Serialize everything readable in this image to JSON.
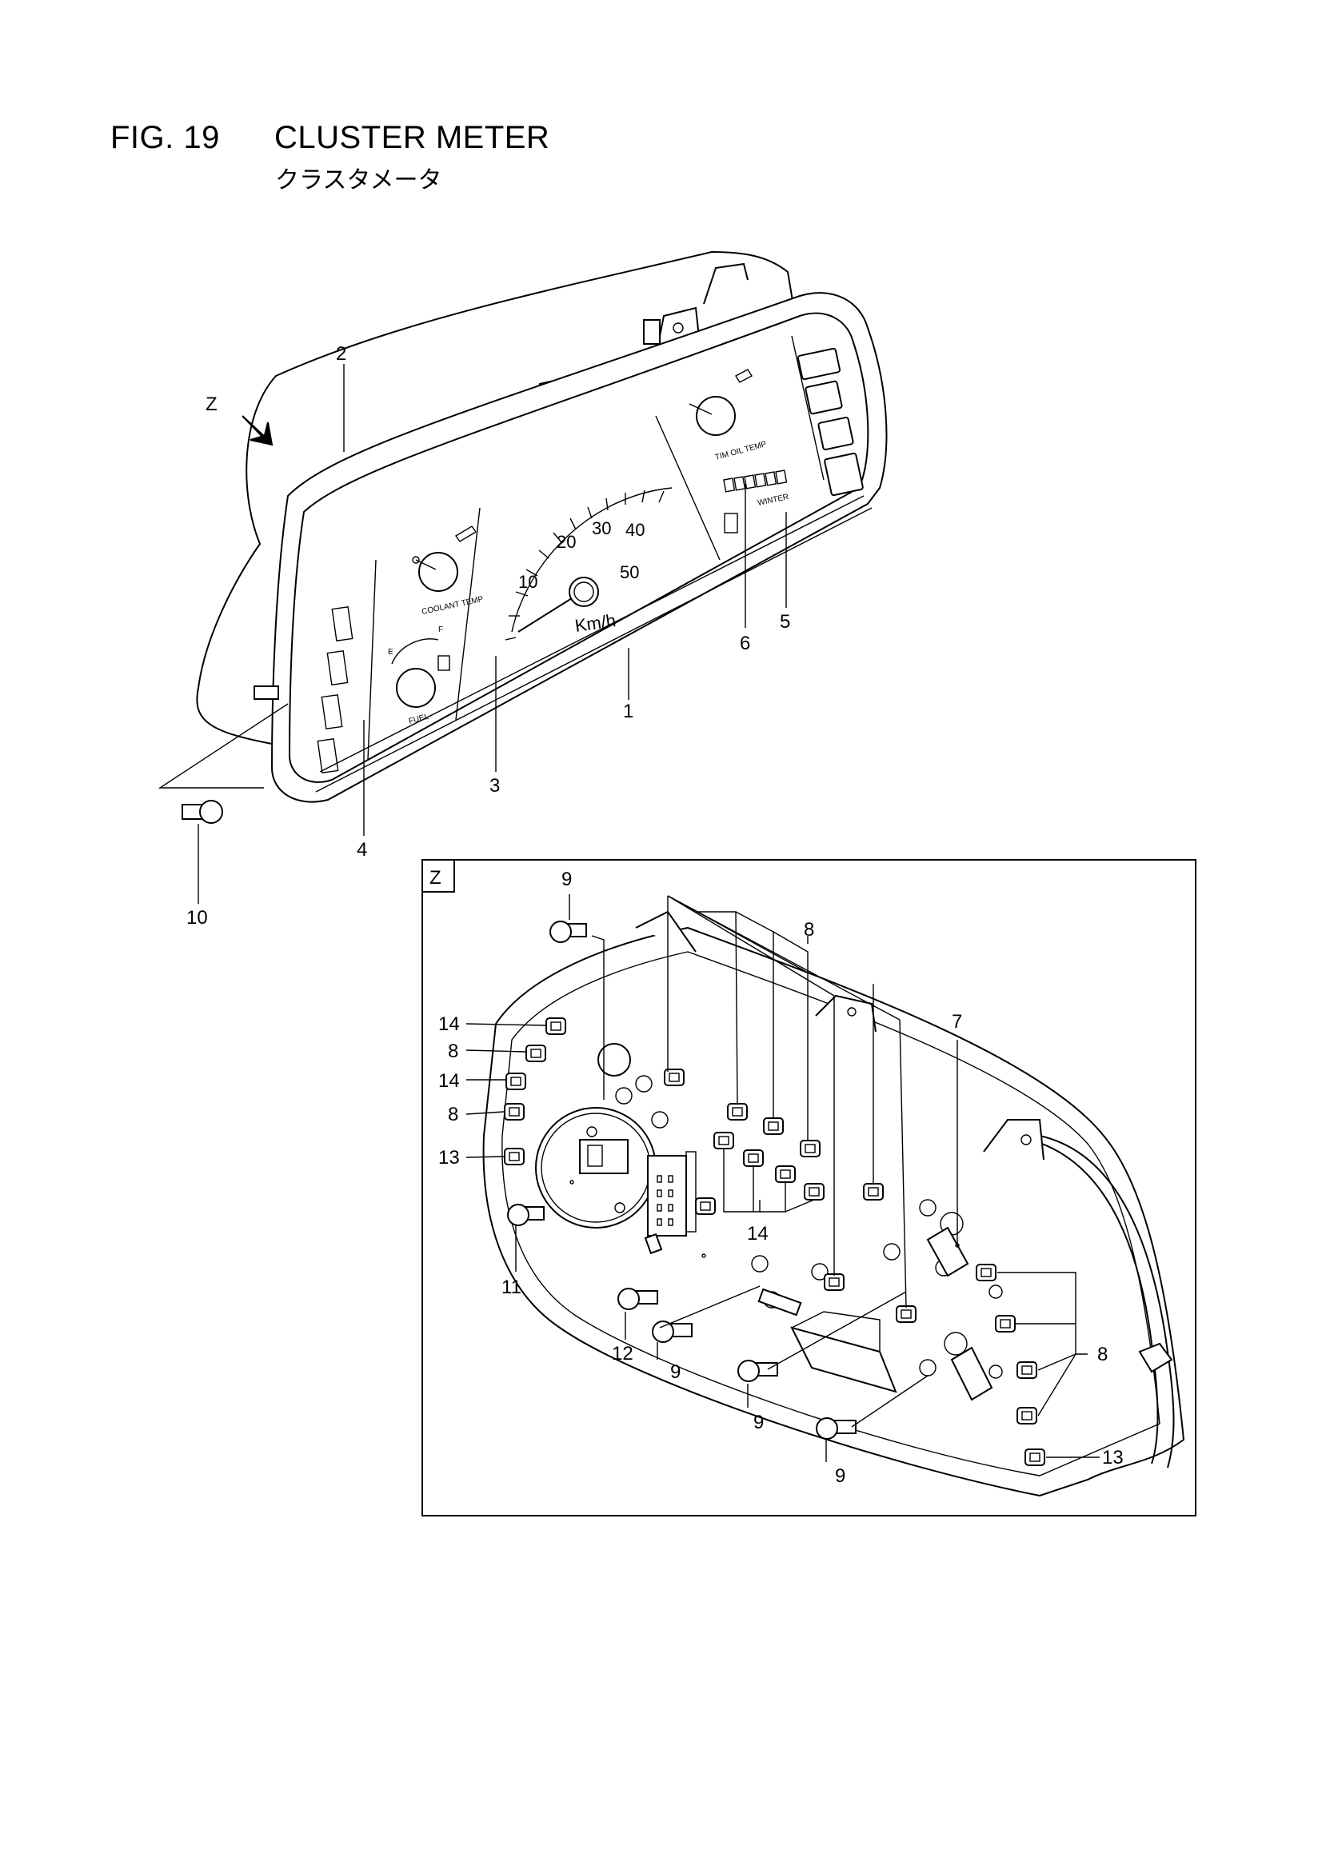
{
  "figure": {
    "number": "FIG. 19",
    "title": "CLUSTER METER",
    "title_jp": "クラスタメータ"
  },
  "view_label": "Z",
  "detail_box_label": "Z",
  "dial_labels": {
    "speed_ticks": [
      "10",
      "20",
      "30",
      "40",
      "50"
    ],
    "speed_unit": "Km/h",
    "coolant": "COOLANT TEMP",
    "fuel": "FUEL",
    "fuel_empty": "E",
    "fuel_full": "F",
    "oil_temp": "TIM OIL TEMP",
    "winter": "WINTER"
  },
  "callouts": {
    "c1": "1",
    "c2": "2",
    "c3": "3",
    "c4": "4",
    "c5": "5",
    "c6": "6",
    "c7": "7",
    "c8_top": "8",
    "c8_left_a": "8",
    "c8_left_b": "8",
    "c8_right": "8",
    "c9_top": "9",
    "c9_a": "9",
    "c9_b": "9",
    "c9_c": "9",
    "c10": "10",
    "c11": "11",
    "c12": "12",
    "c13_left": "13",
    "c13_right": "13",
    "c14_left_a": "14",
    "c14_left_b": "14",
    "c14_mid": "14"
  }
}
